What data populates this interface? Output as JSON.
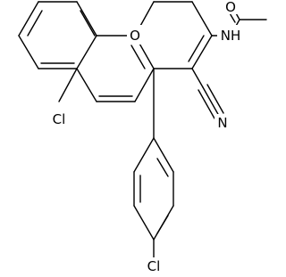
{
  "structure": {
    "labels": {
      "O_ring": "O",
      "O_carbonyl": "O",
      "NH": "NH",
      "N_nitrile": "N",
      "Cl_top": "Cl",
      "Cl_bottom": "Cl"
    },
    "colors": {
      "bond": "#000000",
      "text": "#000000",
      "background": "#ffffff"
    }
  }
}
